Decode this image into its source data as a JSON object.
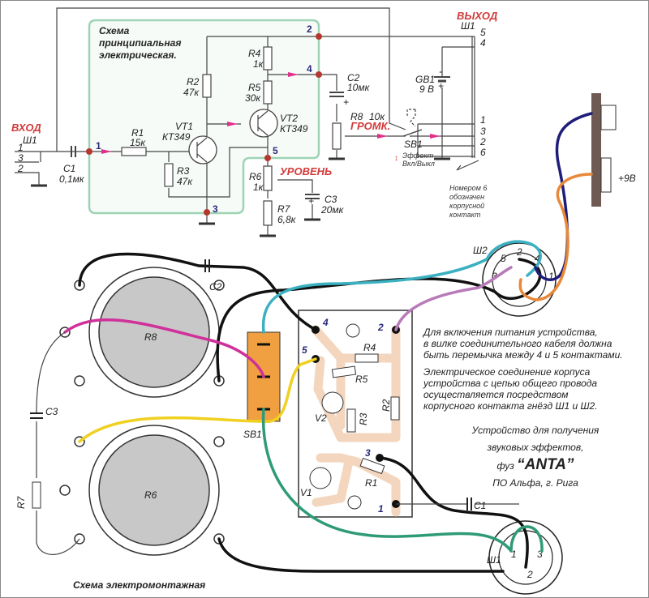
{
  "schematic": {
    "title_lines": [
      "Схема",
      "принципиальная",
      "электрическая."
    ],
    "input_label": "ВХОД",
    "output_label": "ВЫХОД",
    "sh1": "Ш1",
    "input_pins": [
      "1",
      "3",
      "2"
    ],
    "output_pins": [
      "5",
      "4",
      "1",
      "3",
      "2",
      "6"
    ],
    "nodes": [
      "1",
      "2",
      "3",
      "4",
      "5"
    ],
    "components": {
      "c1": {
        "name": "C1",
        "value": "0,1мк"
      },
      "r1": {
        "name": "R1",
        "value": "15к"
      },
      "r2": {
        "name": "R2",
        "value": "47к"
      },
      "r3": {
        "name": "R3",
        "value": "47к"
      },
      "r4": {
        "name": "R4",
        "value": "1к"
      },
      "r5": {
        "name": "R5",
        "value": "30к"
      },
      "r6": {
        "name": "R6",
        "value": "1к"
      },
      "r7": {
        "name": "R7",
        "value": "6,8к"
      },
      "c2": {
        "name": "C2",
        "value": "10мк"
      },
      "c3": {
        "name": "C3",
        "value": "20мк"
      },
      "r8": {
        "name": "R8",
        "value": "10к"
      },
      "vt1": {
        "name": "VT1",
        "value": "КТ349"
      },
      "vt2": {
        "name": "VT2",
        "value": "КТ349"
      },
      "gb1": {
        "name": "GB1",
        "value": "9 В"
      },
      "sb1": {
        "name": "SB1"
      }
    },
    "level_label": "УРОВЕНЬ",
    "volume_label": "ГРОМК.",
    "effect_lines": [
      "Эффект",
      "Вкл/Выкл"
    ],
    "pin6_note": [
      "Номером 6",
      "обозначен",
      "корпусной",
      "контакт"
    ],
    "plus": "+",
    "minus": "-"
  },
  "plug": {
    "label": "+9В"
  },
  "wiring": {
    "title": "Схема электромонтажная",
    "labels": {
      "r8": "R8",
      "r6": "R6",
      "c2": "C2",
      "c3": "C3",
      "r7": "R7",
      "sb1": "SB1",
      "sh2": "Ш2",
      "sh1": "Ш1",
      "c1": "C1"
    },
    "pcb": {
      "pads": [
        "4",
        "2",
        "5",
        "3",
        "1"
      ],
      "parts": [
        "R4",
        "R5",
        "R2",
        "R3",
        "V2",
        "R1",
        "V1"
      ]
    },
    "sh2_pins": [
      "5",
      "2",
      "4",
      "3",
      "1"
    ],
    "sh1_pins": [
      "1",
      "3",
      "2"
    ],
    "wire_colors": {
      "magenta": "#d0309a",
      "yellow": "#f0d020",
      "teal": "#3ab0c0",
      "green": "#2e9a78",
      "violet": "#b87ab8",
      "navy": "#1e1e7a",
      "orange": "#e8883a",
      "black": "#111111"
    }
  },
  "notes": {
    "power": [
      "Для включения питания устройства,",
      "в вилке соединительного кабеля должна",
      "быть перемычка между 4 и 5 контактами."
    ],
    "ground": [
      "Электрическое соединение корпуса",
      "устройства с цепью общего провода",
      "осуществляется посредством",
      "корпусного контакта гнёзд Ш1 и Ш2."
    ]
  },
  "product": {
    "line1": "Устройство для получения",
    "line2": "звуковых эффектов,",
    "prefix": "фуз",
    "name": "“ANTA”",
    "maker": "ПО Альфа, г. Рига"
  },
  "colors": {
    "frame": "#7fc8a0",
    "node": "#b5372e",
    "arrow": "#e0308a",
    "pcb_trace": "#f3d6bd",
    "sb1": "#f0a040",
    "jack_plug": "#6e5a52",
    "accent_red": "#d23a3a"
  }
}
